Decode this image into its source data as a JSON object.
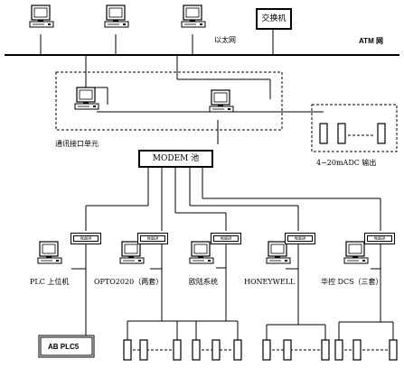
{
  "labels": {
    "switch": "交换机",
    "ethernet": "以太网",
    "atm": "ATM 网",
    "comm_unit": "通讯接口单元",
    "modem_pool": "MODEM 池",
    "adc_output": "4~20mADC 输出",
    "modem": "MODEM",
    "ab_plc": "AB PLC5"
  },
  "systems": [
    {
      "label": "PLC 上位机"
    },
    {
      "label": "OPTO2020（两套）"
    },
    {
      "label": "欧陆系统"
    },
    {
      "label": "HONEYWELL"
    },
    {
      "label": "华控 DCS（三套）"
    }
  ]
}
